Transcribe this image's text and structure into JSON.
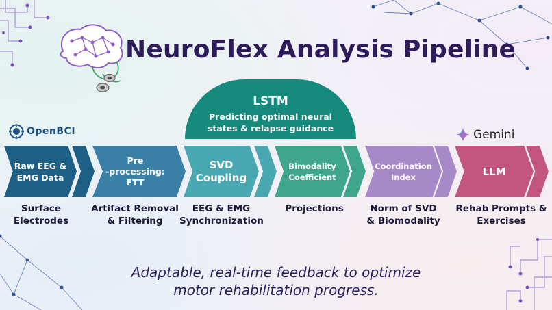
{
  "title": "NeuroFlex Analysis Pipeline",
  "lstm": {
    "heading": "LSTM",
    "subtitle_line1": "Predicting optimal neural",
    "subtitle_line2": "states & relapse guidance"
  },
  "logos": {
    "openbci": "OpenBCI",
    "gemini": "Gemini"
  },
  "stages": [
    {
      "line1": "Raw  EEG &",
      "line2": "EMG Data",
      "line3": "",
      "color": "#1e5f86",
      "caption1": "Surface",
      "caption2": "Electrodes"
    },
    {
      "line1": "Pre",
      "line2": "-processing:",
      "line3": "FTT",
      "color": "#3a7fa6",
      "caption1": "Artifact Removal",
      "caption2": "& Filtering"
    },
    {
      "line1": "SVD",
      "line2": "Coupling",
      "line3": "",
      "color": "#4aa8b2",
      "caption1": "EEG & EMG",
      "caption2": "Synchronization"
    },
    {
      "line1": "Bimodality",
      "line2": "Coefficient",
      "line3": "",
      "color": "#3fa68c",
      "caption1": "Projections",
      "caption2": ""
    },
    {
      "line1": "Coordination",
      "line2": "Index",
      "line3": "",
      "color": "#a889c8",
      "caption1": "Norm of SVD",
      "caption2": "& Biomodality"
    },
    {
      "line1": "LLM",
      "line2": "",
      "line3": "",
      "color": "#c2567e",
      "caption1": "Rehab Prompts &",
      "caption2": "Exercises"
    }
  ],
  "footer": {
    "line1": "Adaptable, real-time feedback to optimize",
    "line2": "motor rehabilitation progress."
  }
}
